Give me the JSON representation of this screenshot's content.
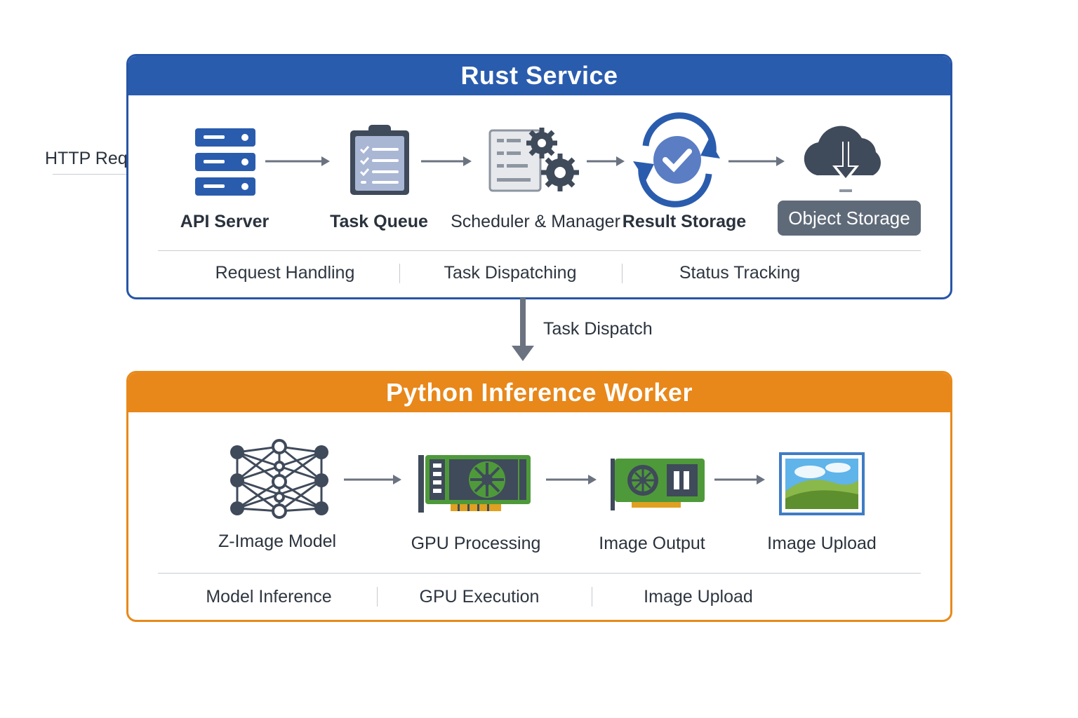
{
  "rust_service": {
    "title": "Rust Service",
    "nodes": [
      {
        "label": "API Server",
        "icon": "server-icon"
      },
      {
        "label": "Task Queue",
        "icon": "clipboard-icon"
      },
      {
        "label": "Scheduler & Manager",
        "icon": "gears-icon"
      },
      {
        "label": "Result Storage",
        "icon": "refresh-check-icon"
      },
      {
        "label": "Object Storage",
        "icon": "cloud-download-icon"
      }
    ],
    "footer": [
      "Request Handling",
      "Task Dispatching",
      "Status Tracking"
    ]
  },
  "input_label": "HTTP Requests",
  "connector_label": "Task Dispatch",
  "python_worker": {
    "title": "Python Inference Worker",
    "nodes": [
      {
        "label": "Z-Image Model",
        "icon": "neural-network-icon"
      },
      {
        "label": "GPU Processing",
        "icon": "gpu-card-icon"
      },
      {
        "label": "Image Output",
        "icon": "gpu-card-small-icon"
      },
      {
        "label": "Image Upload",
        "icon": "landscape-image-icon"
      }
    ],
    "footer": [
      "Model Inference",
      "GPU Execution",
      "Image Upload"
    ]
  },
  "colors": {
    "rust_blue": "#2a5cae",
    "python_orange": "#e8871a",
    "icon_slate": "#3f4a5a",
    "gpu_green": "#4e9a3a"
  }
}
